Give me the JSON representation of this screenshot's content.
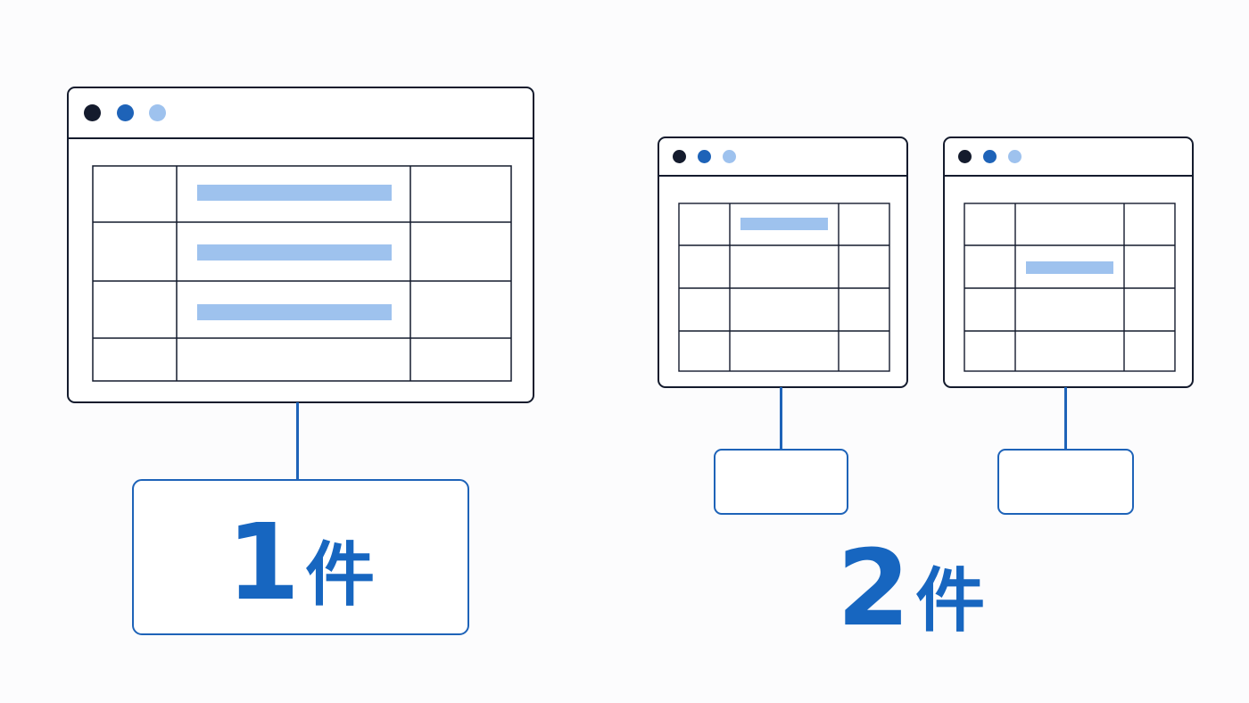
{
  "colors": {
    "outline": "#141b2d",
    "dot_dark": "#141b2d",
    "dot_mid": "#1e63b8",
    "dot_light": "#9ec2ee",
    "highlight": "#9ec2ee",
    "accent": "#1e63b8",
    "label_text": "#1766c0"
  },
  "left_group": {
    "count_number": "1",
    "count_unit": "件"
  },
  "right_group": {
    "count_number": "2",
    "count_unit": "件"
  }
}
